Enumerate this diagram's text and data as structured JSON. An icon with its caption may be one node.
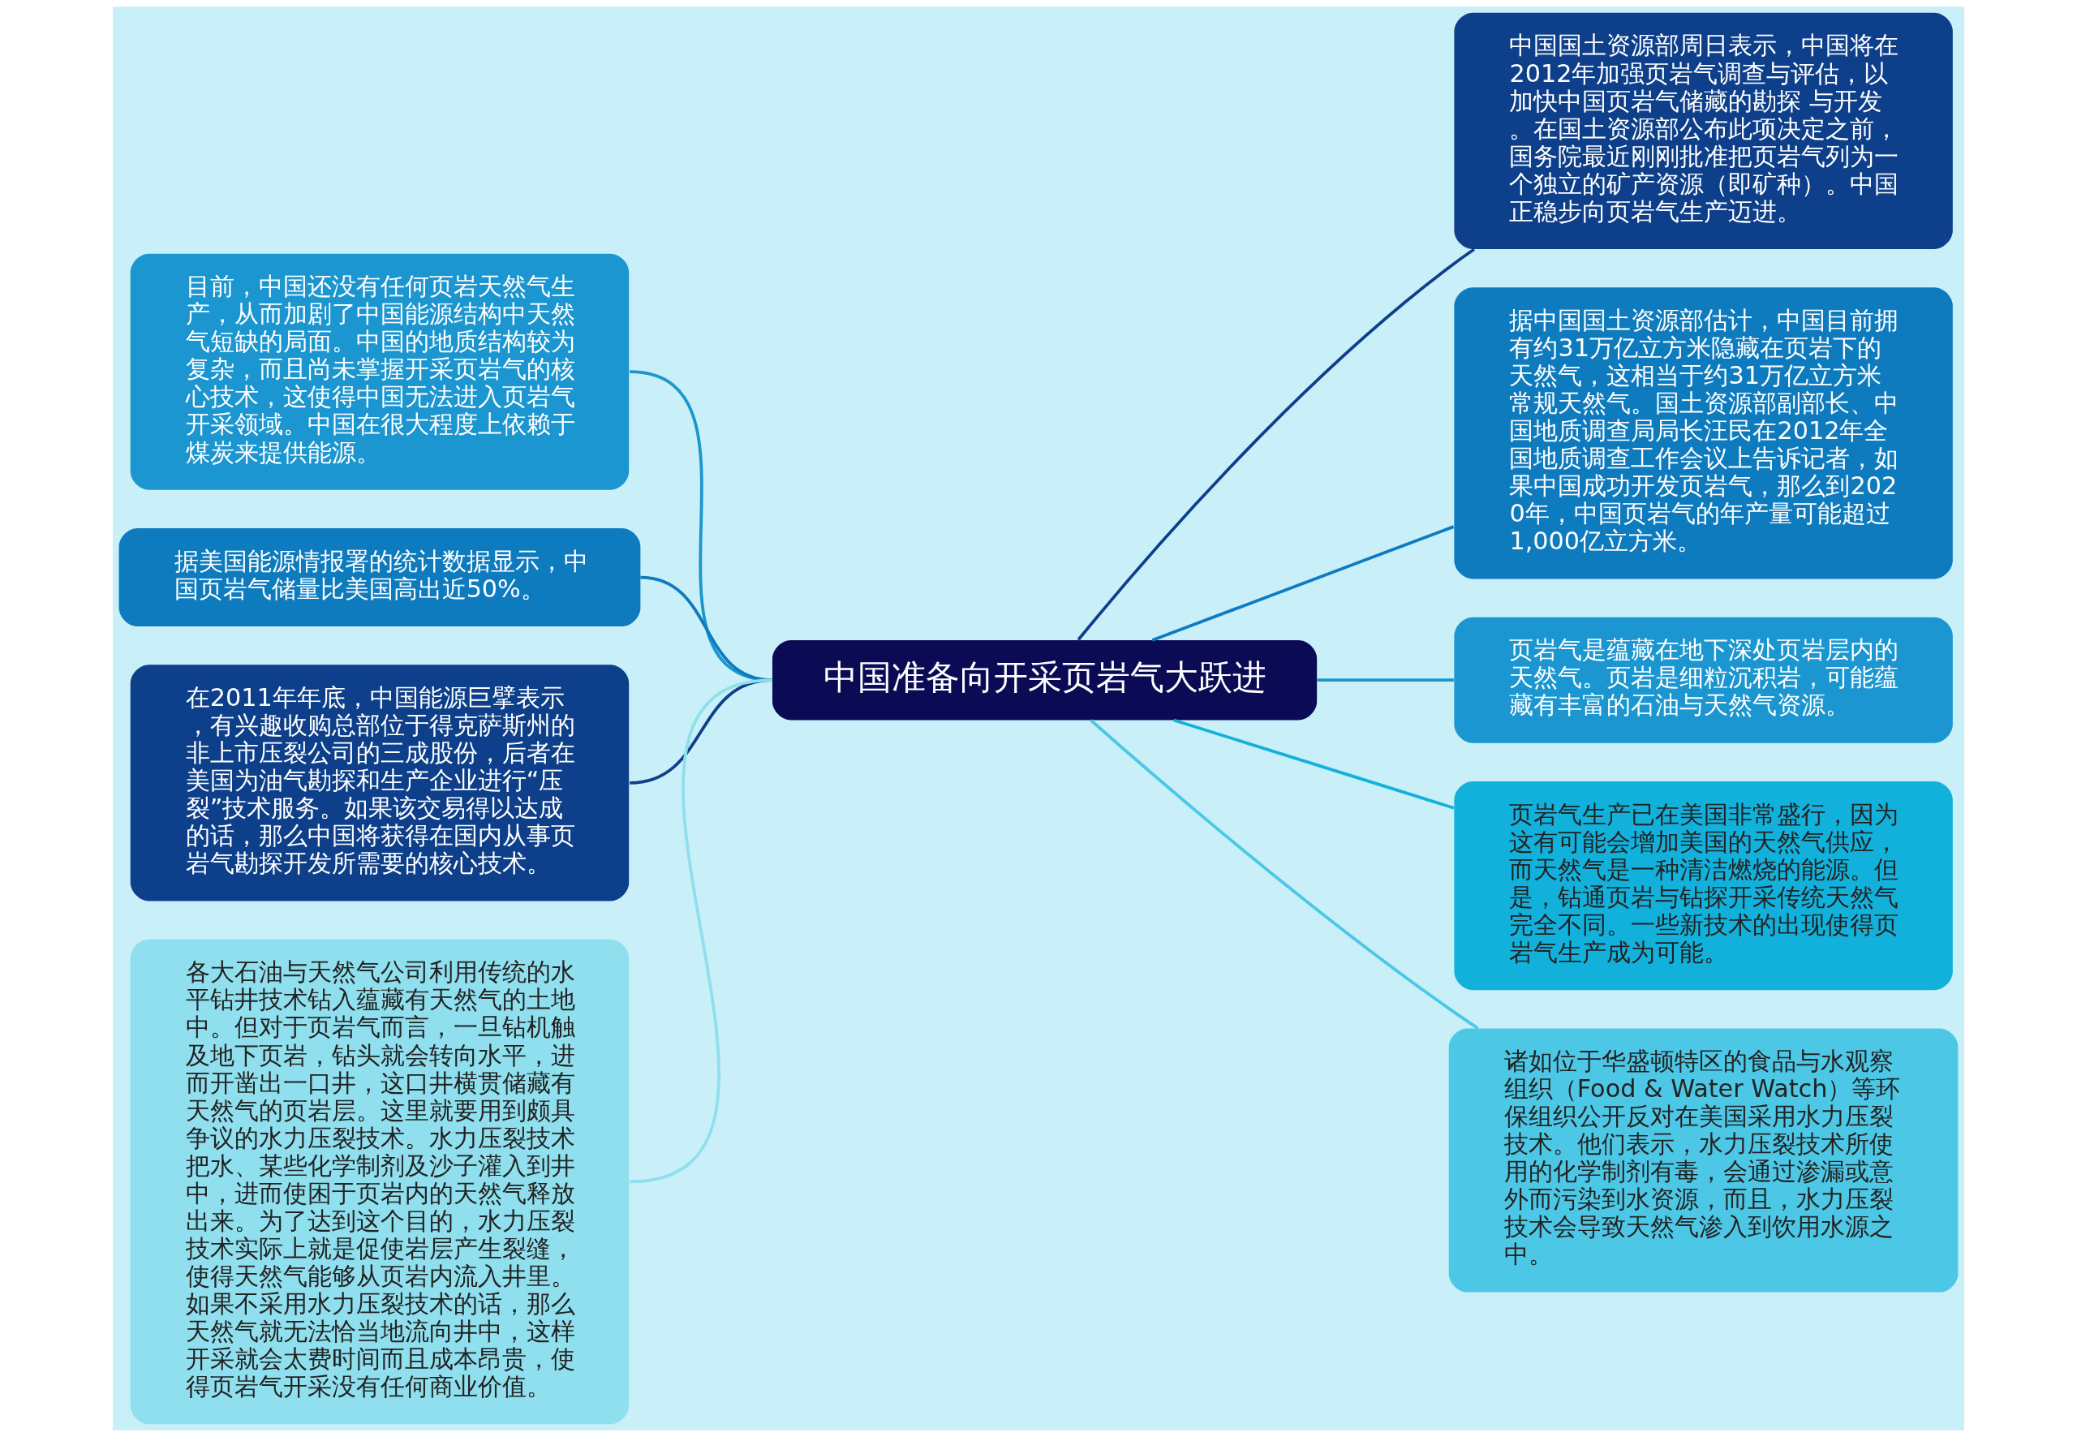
{
  "diagram": {
    "nodes": [
      {
        "text": [
          "中国准备向开采页岩气大跃进"
        ]
      },
      {
        "text": [
          "目前，中国还没有任何页岩天然气生产，从而加剧了中国能源结构中天然气短缺的局面。中国的地质结构较为复杂，而且尚未掌握开采页岩气的核心技术，这使得中国无法进入页岩气开采领域。中国在很大程度上依赖于煤炭来提供能源。"
        ]
      },
      {
        "text": [
          "据美国能源情报署的统计数据显示，中国页岩气储量比美国高出近50%。"
        ]
      },
      {
        "text": [
          "在2011年年底，中国能源巨擘表示，有兴趣收购总部位于得克萨斯州的非上市压裂公司的三成股份，后者在美国为油气勘探和生产企业进行“压裂”技术服务。如果该交易得以达成的话，那么中国将获得在国内从事页岩气勘探开发所需要的核心技术。"
        ]
      },
      {
        "text": [
          "各大石油与天然气公司利用传统的水平钻井技术钻入蕴藏有天然气的土地中。但对于页岩气而言，一旦钻机触及地下页岩，钻头就会转向水平，进而开凿出一口井，这口井横贯储藏有天然气的页岩层。这里就要用到颇具争议的水力压裂技术。水力压裂技术把水、某些化学制剂及沙子灌入到井中，进而使困于页岩内的天然气释放出来。为了达到这个目的，水力压裂技术实际上就是促使岩层产生裂缝，使得天然气能够从页岩内流入井里。如果不采用水力压裂技术的话，那么天然气就无法恰当地流向井中，这样开采就会太费时间而且成本昂贵，使得页岩气开采没有任何商业价值。"
        ]
      },
      {
        "text": [
          "中国国土资源部周日表示，中国将在2012年加强页岩气调查与评估，以加快中国页岩气储藏的勘探 与开发。在国土资源部公布此项决定之前，国务院最近刚刚批准把页岩气列为一个独立的矿产资源（即矿种）。中国正稳步向页岩气生产迈进。"
        ]
      },
      {
        "text": [
          "据中国国土资源部估计，中国目前拥有约31万亿立方米隐藏在页岩下的天然气，这相当于约31万亿立方米常规天然气。国土资源部副部长、中国地质调查局局长汪民在2012年全国地质调查工作会议上告诉记者，如果中国成功开发页岩气，那么到2020年，中国页岩气的年产量可能超过1,000亿立方米。"
        ]
      },
      {
        "text": [
          "页岩气是蕴藏在地下深处页岩层内的天然气。页岩是细粒沉积岩，可能蕴藏有丰富的石油与天然气资源。"
        ]
      },
      {
        "text": [
          "页岩气生产已在美国非常盛行，因为这有可能会增加美国的天然气供应，而天然气是一种清洁燃烧的能源。但是，钻通页岩与钻探开采传统天然气完全不同。一些新技术的出现使得页岩气生产成为可能。"
        ]
      },
      {
        "text": [
          "诸如位于华盛顿特区的食品与水观察组织（Food & Water Watch）等环保组织公开反对在美国采用水力压裂技术。他们表示，水力压裂技术所使用的化学制剂有毒，会通过渗漏或意外而污染到水资源，而且，水力压裂技术会导致天然气渗入到饮用水源之中。"
        ]
      }
    ],
    "edges": [
      {
        "from": 0,
        "to": 1,
        "arrow": "none",
        "color": "#1b96d0"
      },
      {
        "from": 0,
        "to": 2,
        "arrow": "none",
        "color": "#0f7bbf"
      },
      {
        "from": 0,
        "to": 3,
        "arrow": "none",
        "color": "#0d3f8a"
      },
      {
        "from": 0,
        "to": 4,
        "arrow": "none",
        "color": "#8fdfee"
      },
      {
        "from": 0,
        "to": 5,
        "arrow": "none",
        "color": "#0d3f8a"
      },
      {
        "from": 0,
        "to": 6,
        "arrow": "none",
        "color": "#0f7bbf"
      },
      {
        "from": 0,
        "to": 7,
        "arrow": "none",
        "color": "#1b96d0"
      },
      {
        "from": 0,
        "to": 8,
        "arrow": "none",
        "color": "#12b1dc"
      },
      {
        "from": 0,
        "to": 9,
        "arrow": "none",
        "color": "#4cc8e6"
      }
    ]
  }
}
